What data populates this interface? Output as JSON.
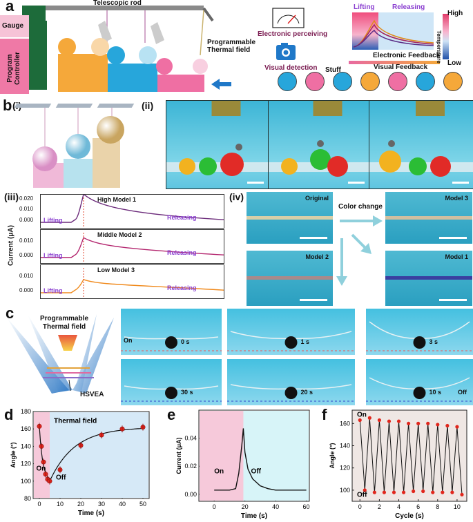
{
  "panel_a": {
    "label": "a",
    "telescopic_rod": "Telescopic rod",
    "gauge": "Gauge",
    "program_controller": "Program Controller",
    "thermal_field": "Programmable Thermal field",
    "electronic_perceiving": "Electronic perceiving",
    "visual_detection": "Visual detection",
    "stuff": "Stuff",
    "lifting": "Lifting",
    "releasing": "Releasing",
    "high": "High",
    "low": "Low",
    "temperature": "Temperature",
    "electronic_feedback": "Electronic Feedback",
    "visual_feedback": "Visual Feedback",
    "stuff_colors": [
      "#27a6db",
      "#ef6fa3",
      "#27a6db",
      "#f5a83a",
      "#ef6fa3",
      "#27a6db",
      "#f5a83a"
    ]
  },
  "panel_b": {
    "label": "b",
    "sub_i": "(i)",
    "sub_ii": "(ii)",
    "sub_iii": "(iii)",
    "sub_iv": "(iv)",
    "ylabel": "Current (μA)",
    "traces": [
      {
        "name": "High Model 1",
        "lifting": "Lifting",
        "releasing": "Releasing",
        "ticks": [
          "0.020",
          "0.010",
          "0.000"
        ],
        "color": "#6b2a7a"
      },
      {
        "name": "Middle Model 2",
        "lifting": "Lifting",
        "releasing": "Releasing",
        "ticks": [
          "0.010",
          "0.000"
        ],
        "color": "#b3256e"
      },
      {
        "name": "Low Model 3",
        "lifting": "Lifting",
        "releasing": "Releasing",
        "ticks": [
          "0.010",
          "0.000"
        ],
        "color": "#f08a1d"
      }
    ],
    "iv_labels": {
      "original": "Original",
      "model3": "Model 3",
      "model2": "Model 2",
      "model1": "Model 1",
      "color_change": "Color change"
    }
  },
  "panel_c": {
    "label": "c",
    "thermal_field": "Programmable Thermal field",
    "hsvea": "HSVEA",
    "on": "On",
    "off": "Off",
    "times": [
      "0 s",
      "1 s",
      "3 s",
      "30 s",
      "20 s",
      "10 s"
    ]
  },
  "panel_d": {
    "label": "d",
    "ylabel": "Angle (°)",
    "xlabel": "Time (s)",
    "on": "On",
    "off": "Off",
    "thermal_field": "Thermal field",
    "yticks": [
      "180",
      "160",
      "140",
      "120",
      "100",
      "80"
    ],
    "xticks": [
      "0",
      "10",
      "20",
      "30",
      "40",
      "50"
    ]
  },
  "panel_e": {
    "label": "e",
    "ylabel": "Current (μA)",
    "xlabel": "Time (s)",
    "on": "On",
    "off": "Off",
    "yticks": [
      "0.04",
      "0.02",
      "0.00"
    ],
    "xticks": [
      "0",
      "20",
      "40",
      "60"
    ]
  },
  "panel_f": {
    "label": "f",
    "ylabel": "Angle (°)",
    "xlabel": "Cycle (s)",
    "on": "On",
    "off": "Off",
    "yticks": [
      "160",
      "140",
      "120",
      "100"
    ],
    "xticks": [
      "0",
      "2",
      "4",
      "6",
      "8",
      "10"
    ]
  },
  "chart_data": [
    {
      "type": "scatter",
      "panel": "d",
      "xlabel": "Time (s)",
      "ylabel": "Angle (°)",
      "xlim": [
        -3,
        53
      ],
      "ylim": [
        80,
        180
      ],
      "series": [
        {
          "x": [
            0,
            1,
            2,
            3,
            4,
            5,
            10,
            20,
            30,
            40,
            50
          ],
          "y": [
            163,
            140,
            122,
            108,
            102,
            100,
            113,
            141,
            153,
            160,
            162
          ]
        }
      ]
    },
    {
      "type": "line",
      "panel": "e",
      "xlabel": "Time (s)",
      "ylabel": "Current (μA)",
      "xlim": [
        -10,
        62
      ],
      "ylim": [
        -0.005,
        0.06
      ],
      "series": [
        {
          "x": [
            0,
            5,
            10,
            14,
            16,
            18,
            19,
            20,
            22,
            25,
            30,
            35,
            40,
            50,
            60
          ],
          "y": [
            0.003,
            0.003,
            0.003,
            0.004,
            0.015,
            0.035,
            0.047,
            0.03,
            0.018,
            0.011,
            0.006,
            0.004,
            0.003,
            0.003,
            0.003
          ]
        }
      ]
    },
    {
      "type": "line",
      "panel": "f",
      "xlabel": "Cycle (s)",
      "ylabel": "Angle (°)",
      "xlim": [
        -0.8,
        11
      ],
      "ylim": [
        90,
        172
      ],
      "series": [
        {
          "x": [
            0,
            0.5,
            1,
            1.5,
            2,
            2.5,
            3,
            3.5,
            4,
            4.5,
            5,
            5.5,
            6,
            6.5,
            7,
            7.5,
            8,
            8.5,
            9,
            9.5,
            10,
            10.5
          ],
          "y": [
            163,
            100,
            165,
            98,
            163,
            98,
            162,
            98,
            162,
            98,
            160,
            99,
            160,
            99,
            160,
            98,
            159,
            98,
            158,
            98,
            157,
            96
          ]
        }
      ]
    }
  ]
}
